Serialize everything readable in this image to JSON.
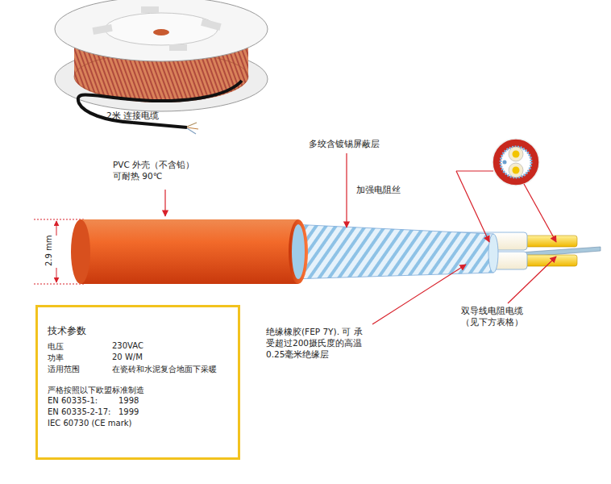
{
  "diagram": {
    "nodes": [
      {
        "text": [
          "技术参数",
          "电压",
          "230VAC",
          "功率",
          "20 W/M",
          "适用范围",
          "在瓷砖和水泥复合地面下采暖",
          "严格按照以下欧盟标准制造",
          "EN 60335-1:",
          "1998",
          "EN 60335-2-17:",
          "1999",
          "IEC 60730 (CE mark)"
        ]
      }
    ],
    "edges": [],
    "labels": [
      "2米 连接电缆",
      "PVC 外壳（不含铅） 可耐热 90℃",
      "多绞含镀锡屏蔽层",
      "加强电阻丝",
      "2.9 mm",
      "绝缘橡胶(FEP 7Y). 可 承受超过200摄氏度的高温 0.25毫米绝缘层",
      "双导线电阻电缆 （见下方表格）"
    ]
  }
}
